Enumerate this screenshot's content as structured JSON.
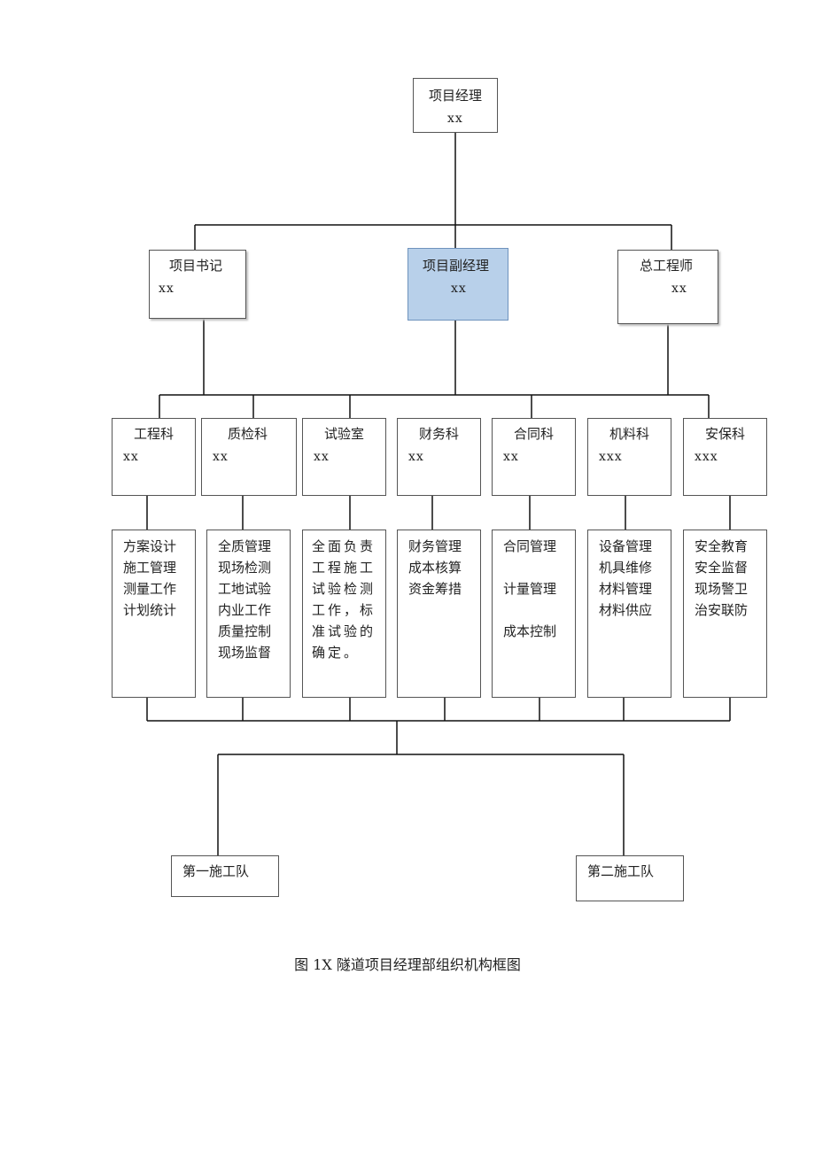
{
  "top": {
    "title": "项目经理",
    "name": "xx"
  },
  "level2": [
    {
      "title": "项目书记",
      "name": "xx"
    },
    {
      "title": "项目副经理",
      "name": "xx"
    },
    {
      "title": "总工程师",
      "name": "xx"
    }
  ],
  "departments": [
    {
      "title": "工程科",
      "name": "xx",
      "duties": [
        "方案设计",
        "施工管理",
        "测量工作",
        "计划统计"
      ]
    },
    {
      "title": "质检科",
      "name": "xx",
      "duties": [
        "全质管理",
        "现场检测",
        "工地试验",
        "内业工作",
        "质量控制",
        "现场监督"
      ]
    },
    {
      "title": "试验室",
      "name": "xx",
      "duties": [
        "全面负责",
        "工程施工",
        "试验检测",
        "工作，标",
        "准试验的",
        "确定。"
      ]
    },
    {
      "title": "财务科",
      "name": "xx",
      "duties": [
        "财务管理",
        "成本核算",
        "资金筹措"
      ]
    },
    {
      "title": "合同科",
      "name": "xx",
      "duties": [
        "合同管理",
        "",
        "计量管理",
        "",
        "成本控制"
      ]
    },
    {
      "title": "机料科",
      "name": "xxx",
      "duties": [
        "设备管理",
        "机具维修",
        "材料管理",
        "材料供应"
      ]
    },
    {
      "title": "安保科",
      "name": "xxx",
      "duties": [
        "安全教育",
        "安全监督",
        "现场警卫",
        "治安联防"
      ]
    }
  ],
  "teams": [
    {
      "title": "第一施工队"
    },
    {
      "title": "第二施工队"
    }
  ],
  "caption": "图 1X 隧道项目经理部组织机构框图",
  "colors": {
    "line": "#111111",
    "border": "#555555",
    "highlight_fill": "#b8d0ea",
    "highlight_border": "#6f93bd"
  }
}
